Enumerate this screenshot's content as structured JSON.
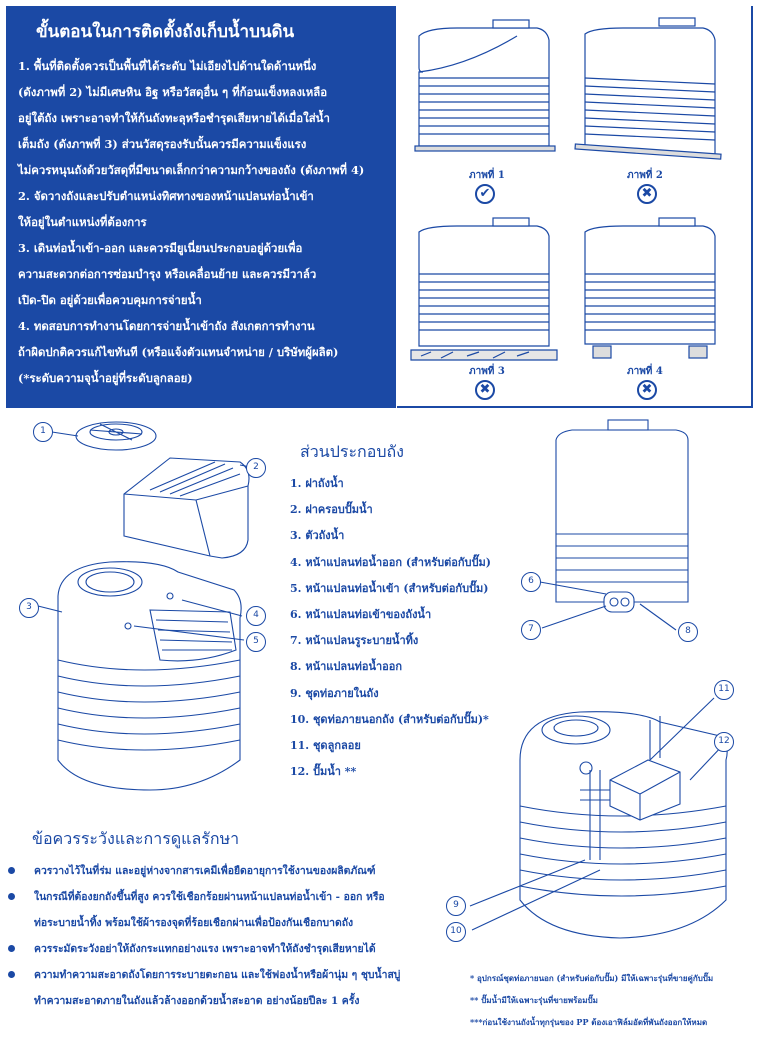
{
  "install": {
    "title": "ขั้นตอนในการติดตั้งถังเก็บน้ำบนดิน",
    "lines": [
      "1. พื้นที่ติดตั้งควรเป็นพื้นที่ได้ระดับ  ไม่เอียงไปด้านใดด้านหนึ่ง",
      "(ดังภาพที่ 2) ไม่มีเศษหิน อิฐ หรือวัสดุอื่น ๆ ที่ก้อนแข็งหลงเหลือ",
      "อยู่ใต้ถัง เพราะอาจทำให้ก้นถังทะลุหรือชำรุดเสียหายได้เมื่อใส่น้ำ",
      "เต็มถัง (ดังภาพที่ 3) ส่วนวัสดุรองรับนั้นควรมีความแข็งแรง",
      "ไม่ควรหนุนถังด้วยวัสดุที่มีขนาดเล็กกว่าความกว้างของถัง (ดังภาพที่ 4)",
      "2. จัดวางถังและปรับตำแหน่งทิศทางของหน้าแปลนท่อน้ำเข้า",
      "ให้อยู่ในตำแหน่งที่ต้องการ",
      "3. เดินท่อน้ำเข้า-ออก และควรมียูเนี่ยนประกอบอยู่ด้วยเพื่อ",
      "ความสะดวกต่อการซ่อมบำรุง หรือเคลื่อนย้าย และควรมีวาล์ว",
      "เปิด-ปิด อยู่ด้วยเพื่อควบคุมการจ่ายน้ำ",
      "4. ทดสอบการทำงานโดยการจ่ายน้ำเข้าถัง สังเกตการทำงาน",
      "ถ้าผิดปกติควรแก้ไขทันที (หรือแจ้งตัวแทนจำหน่าย / บริษัทผู้ผลิต)",
      "(*ระดับความจุน้ำอยู่ที่ระดับลูกลอย)"
    ]
  },
  "figures": [
    {
      "caption": "ภาพที่ 1",
      "mark": "✔"
    },
    {
      "caption": "ภาพที่ 2",
      "mark": "✖"
    },
    {
      "caption": "ภาพที่ 3",
      "mark": "✖"
    },
    {
      "caption": "ภาพที่ 4",
      "mark": "✖"
    }
  ],
  "parts": {
    "title": "ส่วนประกอบถัง",
    "items": [
      "1. ฝาถังน้ำ",
      "2. ฝาครอบปั๊มน้ำ",
      "3. ตัวถังน้ำ",
      "4. หน้าแปลนท่อน้ำออก (สำหรับต่อกับปั๊ม)",
      "5. หน้าแปลนท่อน้ำเข้า (สำหรับต่อกับปั๊ม)",
      "6. หน้าแปลนท่อเข้าของถังน้ำ",
      "7. หน้าแปลนรูระบายน้ำทิ้ง",
      "8. หน้าแปลนท่อน้ำออก",
      "9. ชุดท่อภายในถัง",
      "10. ชุดท่อภายนอกถัง (สำหรับต่อกับปั๊ม)*",
      "11. ชุดลูกลอย",
      "12. ปั๊มน้ำ **"
    ],
    "callouts": [
      "1",
      "2",
      "3",
      "4",
      "5",
      "6",
      "7",
      "8",
      "9",
      "10",
      "11",
      "12"
    ]
  },
  "care": {
    "title": "ข้อควรระวังและการดูแลรักษา",
    "rows": [
      {
        "bullet": true,
        "text": "ควรวางไว้ในที่ร่ม และอยู่ห่างจากสารเคมีเพื่อยืดอายุการใช้งานของผลิตภัณฑ์"
      },
      {
        "bullet": true,
        "text": "ในกรณีที่ต้องยกถังขึ้นที่สูง ควรใช้เชือกร้อยผ่านหน้าแปลนท่อน้ำเข้า - ออก หรือ"
      },
      {
        "bullet": false,
        "text": "ท่อระบายน้ำทิ้ง พร้อมใช้ผ้ารองจุดที่ร้อยเชือกผ่านเพื่อป้องกันเชือกบาดถัง"
      },
      {
        "bullet": true,
        "text": "ควรระมัดระวังอย่าให้ถังกระแทกอย่างแรง เพราะอาจทำให้ถังชำรุดเสียหายได้"
      },
      {
        "bullet": true,
        "text": "ความทำความสะอาดถังโดยการระบายตะกอน และใช้ฟองน้ำหรือผ้านุ่ม ๆ ชุบน้ำสบู่"
      },
      {
        "bullet": false,
        "text": "ทำความสะอาดภายในถังแล้วล้างออกด้วยน้ำสะอาด  อย่างน้อยปีละ 1 ครั้ง"
      }
    ]
  },
  "footnotes": [
    "* อุปกรณ์ชุดท่อภายนอก (สำหรับต่อกับปั๊ม) มีให้เฉพาะรุ่นที่ขายคู่กับปั๊ม",
    "** ปั๊มน้ำมีให้เฉพาะรุ่นที่ขายพร้อมปั๊ม",
    "***ก่อนใช้งานถังน้ำทุกรุ่นของ PP ต้องเอาฟิล์มอัดที่พันถังออกให้หมด"
  ],
  "colors": {
    "brand": "#1b49a5",
    "ink": "#1a2a6e"
  }
}
